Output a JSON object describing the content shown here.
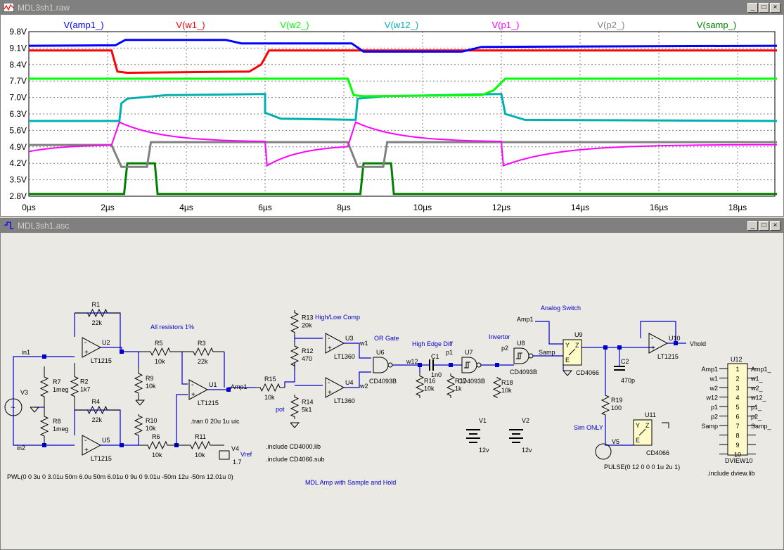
{
  "plot_window": {
    "title": "MDL3sh1.raw",
    "traces": [
      {
        "name": "V(amp1_)",
        "color": "#0000ff"
      },
      {
        "name": "V(w1_)",
        "color": "#ff0000"
      },
      {
        "name": "V(w2_)",
        "color": "#00ff00"
      },
      {
        "name": "V(w12_)",
        "color": "#00b0b0"
      },
      {
        "name": "V(p1_)",
        "color": "#ff00ff"
      },
      {
        "name": "V(p2_)",
        "color": "#808080"
      },
      {
        "name": "V(samp_)",
        "color": "#008000"
      }
    ],
    "y_ticks": [
      "9.8V",
      "9.1V",
      "8.4V",
      "7.7V",
      "7.0V",
      "6.3V",
      "5.6V",
      "4.9V",
      "4.2V",
      "3.5V",
      "2.8V"
    ],
    "x_ticks": [
      "0µs",
      "2µs",
      "4µs",
      "6µs",
      "8µs",
      "10µs",
      "12µs",
      "14µs",
      "16µs",
      "18µs"
    ]
  },
  "schematic_window": {
    "title": "MDL3sh1.asc",
    "labels": {
      "all_res": "All resistors 1%",
      "high_low": "High/Low Comp",
      "or_gate": "OR Gate",
      "high_edge": "High Edge Diff",
      "invertor": "Invertor",
      "analog_switch": "Analog Switch",
      "sim_only": "Sim ONLY",
      "title": "MDL Amp with Sample and Hold",
      "tran": ".tran 0 20u 1u uic",
      "inc1": ".include CD4000.lib",
      "inc2": ".include CD4066.sub",
      "inc3": ".include dview.lib",
      "pwl": "PWL(0 0 3u 0 3.01u 50m 6.0u 50m 6.01u 0 9u 0 9.01u -50m 12u -50m 12.01u 0)",
      "pulse": "PULSE(0 12 0 0 0 1u 2u 1)",
      "vref": "Vref",
      "pot": "pot",
      "vhold": "Vhold",
      "net_in1": "in1",
      "net_in2": "in2",
      "net_amp1": "Amp1",
      "net_w1": "w1",
      "net_w2": "w2",
      "net_w12": "w12",
      "net_p1": "p1",
      "net_p2": "p2",
      "net_samp": "Samp"
    },
    "components": [
      {
        "ref": "R1",
        "val": "22k"
      },
      {
        "ref": "R2",
        "val": "1k7"
      },
      {
        "ref": "R3",
        "val": "22k"
      },
      {
        "ref": "R4",
        "val": "22k"
      },
      {
        "ref": "R5",
        "val": "10k"
      },
      {
        "ref": "R6",
        "val": "10k"
      },
      {
        "ref": "R7",
        "val": "1meg"
      },
      {
        "ref": "R8",
        "val": "1meg"
      },
      {
        "ref": "R9",
        "val": "10k"
      },
      {
        "ref": "R10",
        "val": "10k"
      },
      {
        "ref": "R11",
        "val": "10k"
      },
      {
        "ref": "R12",
        "val": "470"
      },
      {
        "ref": "R13",
        "val": "20k"
      },
      {
        "ref": "R14",
        "val": "5k1"
      },
      {
        "ref": "R15",
        "val": "10k"
      },
      {
        "ref": "R16",
        "val": "10k"
      },
      {
        "ref": "R17",
        "val": "1k"
      },
      {
        "ref": "R18",
        "val": "10k"
      },
      {
        "ref": "R19",
        "val": "100"
      },
      {
        "ref": "C1",
        "val": "1n0"
      },
      {
        "ref": "C2",
        "val": "470p"
      },
      {
        "ref": "V1",
        "val": "12v"
      },
      {
        "ref": "V2",
        "val": "12v"
      },
      {
        "ref": "V4",
        "val": "1.7"
      },
      {
        "ref": "U1",
        "val": "LT1215"
      },
      {
        "ref": "U2",
        "val": "LT1215"
      },
      {
        "ref": "U5",
        "val": "LT1215"
      },
      {
        "ref": "U3",
        "val": "LT1360"
      },
      {
        "ref": "U4",
        "val": "LT1360"
      },
      {
        "ref": "U6",
        "val": "CD4093B"
      },
      {
        "ref": "U7",
        "val": "CD4093B"
      },
      {
        "ref": "U8",
        "val": "CD4093B"
      },
      {
        "ref": "U9",
        "val": "CD4066"
      },
      {
        "ref": "U10",
        "val": "LT1215"
      },
      {
        "ref": "U11",
        "val": "CD4066"
      },
      {
        "ref": "V3",
        "val": ""
      },
      {
        "ref": "V5",
        "val": ""
      },
      {
        "ref": "U12",
        "val": "DVIEW10"
      }
    ],
    "dview_pins_left": [
      "Amp1",
      "w1",
      "w2",
      "w12",
      "p1",
      "p2",
      "Samp",
      "",
      "",
      ""
    ],
    "dview_pins_right": [
      "Amp1_",
      "w1_",
      "w2_",
      "w12_",
      "p1_",
      "p2_",
      "Samp_",
      "",
      "",
      ""
    ],
    "dview_nums": [
      "1",
      "2",
      "3",
      "4",
      "5",
      "6",
      "7",
      "8",
      "9",
      "10"
    ],
    "switch_pins": {
      "y": "Y",
      "z": "Z",
      "e": "E"
    }
  }
}
